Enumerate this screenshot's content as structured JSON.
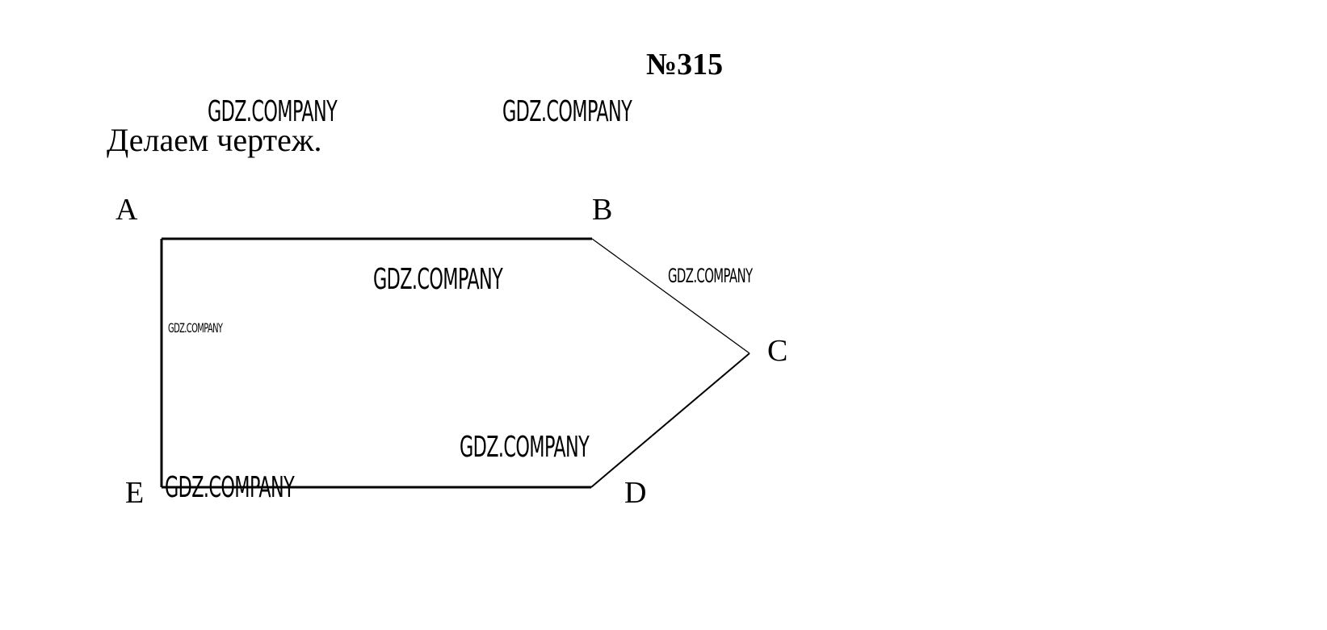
{
  "header": {
    "problem_number": "№315"
  },
  "content": {
    "instruction": "Делаем чертеж."
  },
  "figure": {
    "vertices": {
      "a": "A",
      "b": "B",
      "c": "C",
      "d": "D",
      "e": "E"
    }
  },
  "watermarks": [
    "GDZ.COMPANY",
    "GDZ.COMPANY",
    "GDZ.COMPANY",
    "GDZ.COMPANY",
    "GDZ.COMPANY",
    "GDZ.COMPANY",
    "GDZ.COMPANY"
  ]
}
